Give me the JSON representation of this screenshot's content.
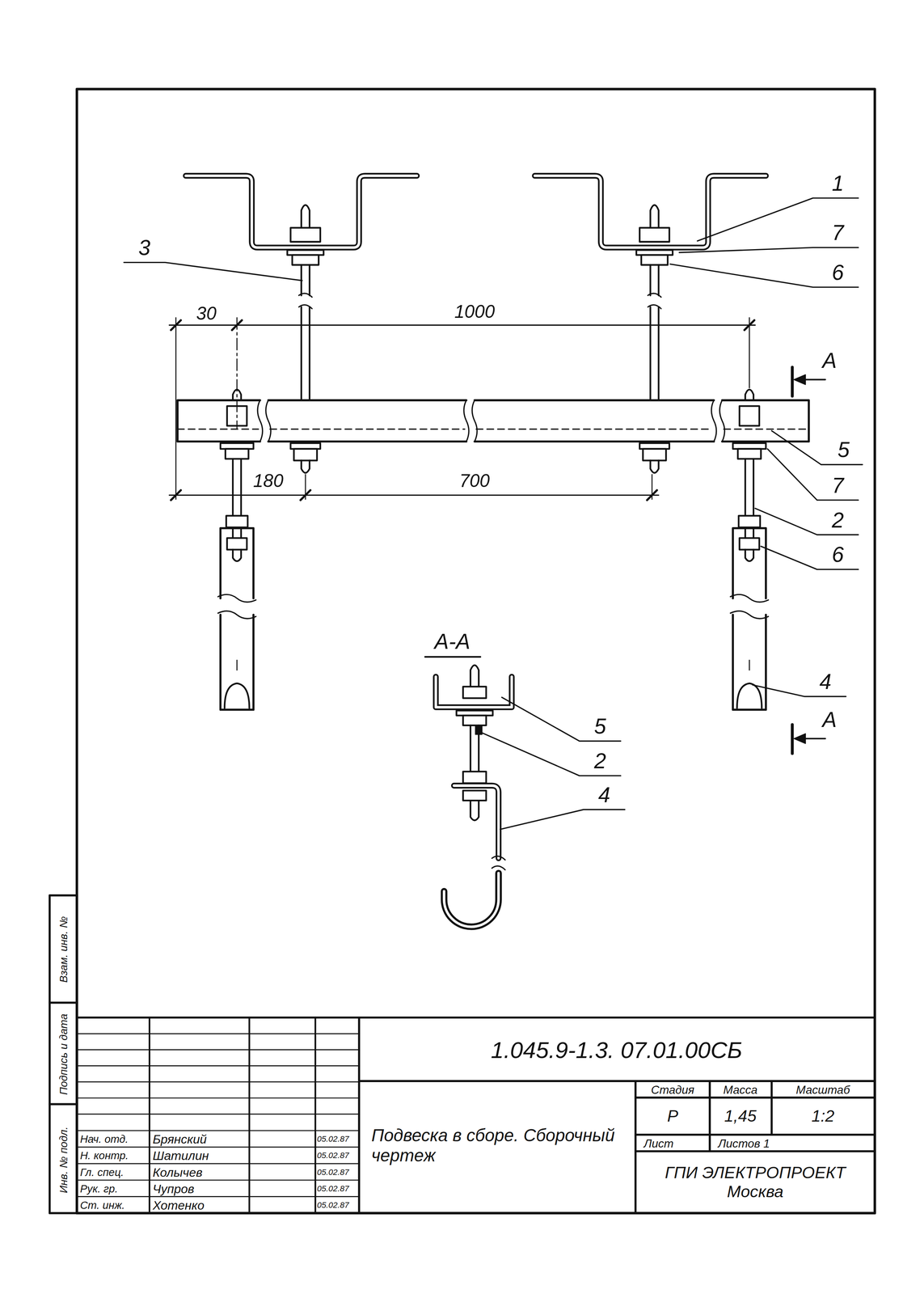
{
  "diagram": {
    "labels": [
      "1",
      "7",
      "6",
      "3",
      "30",
      "1000",
      "А",
      "5",
      "180",
      "700",
      "7",
      "2",
      "6",
      "4",
      "А-А",
      "5",
      "2",
      "4",
      "А",
      "Взам. инв. №",
      "Подпись и дата",
      "Инв. № подл.",
      "1.045.9-1.3. 07.01.00СБ",
      "Подвеска в сборе. Сборочный чертеж",
      "Стадия",
      "Масса",
      "Масштаб",
      "Р",
      "1,45",
      "1:2",
      "Лист",
      "Листов 1",
      "ГПИ ЭЛЕКТРОПРОЕКТ Москва",
      "Нач. отд.",
      "Брянский",
      "05.02.87",
      "Н. контр.",
      "Шатилин",
      "05.02.87",
      "Гл. спец.",
      "Колычев",
      "05.02.87",
      "Рук. гр.",
      "Чупров",
      "05.02.87",
      "Ст. инж.",
      "Хотенко",
      "05.02.87"
    ]
  }
}
